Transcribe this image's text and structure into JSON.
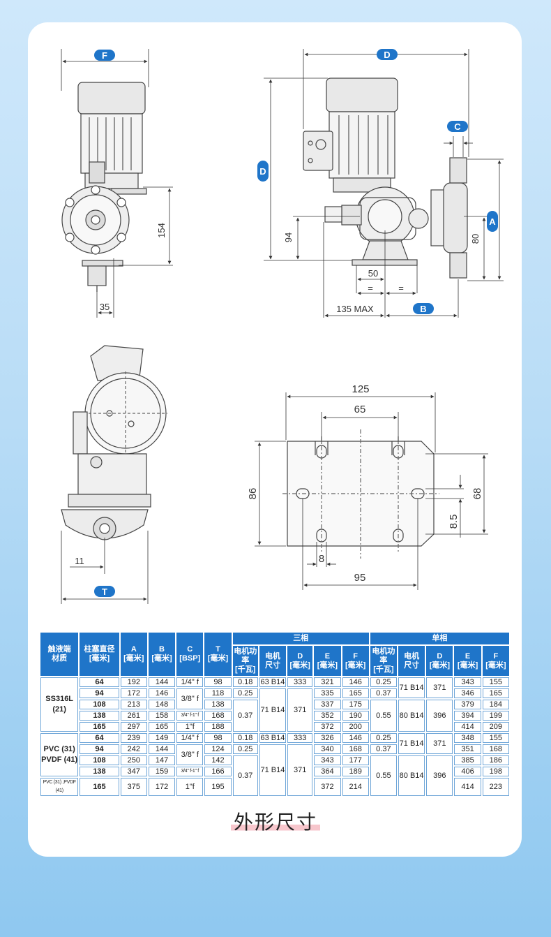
{
  "drawing_labels": {
    "badge_F": "F",
    "badge_D_top": "D",
    "badge_C": "C",
    "badge_D_side": "D",
    "badge_A": "A",
    "badge_B": "B",
    "badge_T": "T",
    "dim_154": "154",
    "dim_35": "35",
    "dim_94": "94",
    "dim_80": "80",
    "dim_50": "50",
    "dim_eq1": "=",
    "dim_eq2": "=",
    "dim_135max": "135 MAX",
    "dim_11": "11",
    "dim_125": "125",
    "dim_65": "65",
    "dim_86": "86",
    "dim_68": "68",
    "dim_8_5": "8.5",
    "dim_8": "8",
    "dim_95": "95"
  },
  "colors": {
    "accent_blue": "#1f75c9",
    "cell_border": "#6fa6d8",
    "highlight_pink": "#f7c6cc"
  },
  "table": {
    "header": {
      "material": "触液端\n材质",
      "piston": "柱塞直径\n[毫米]",
      "A": "A\n[毫米]",
      "B": "B\n[毫米]",
      "C": "C\n[BSP]",
      "T": "T\n[毫米]",
      "three_phase": "三相",
      "single_phase": "单相",
      "power": "电机功率\n[千瓦]",
      "motor": "电机\n尺寸",
      "D": "D\n[毫米]",
      "E": "E\n[毫米]",
      "F": "F\n[毫米]"
    },
    "materials": [
      "SS316L\n(21)",
      "PVC (31)\nPVDF (41)",
      "PVC (31) ,PVDF (41)"
    ],
    "rows": [
      {
        "dia": "64",
        "A": "192",
        "B": "144",
        "C": "1/4\" f",
        "T": "98",
        "p3": "0.18",
        "m3": "63 B14",
        "D3": "333",
        "E3": "321",
        "F3": "146",
        "p1": "0.25",
        "m1": "71 B14",
        "D1": "371",
        "E1": "343",
        "F1": "155"
      },
      {
        "dia": "94",
        "A": "172",
        "B": "146",
        "C": "3/8\" f",
        "T": "118",
        "p3": "0.25",
        "m3": "71 B14",
        "D3": "371",
        "E3": "335",
        "F3": "165",
        "p1": "0.37",
        "E1": "346",
        "F1": "165"
      },
      {
        "dia": "108",
        "A": "213",
        "B": "148",
        "T": "138",
        "p3": "0.37",
        "E3": "337",
        "F3": "175",
        "p1": "0.55",
        "m1": "80 B14",
        "D1": "396",
        "E1": "379",
        "F1": "184"
      },
      {
        "dia": "138",
        "A": "261",
        "B": "158",
        "C": "3/4\" f-1\" f",
        "T": "168",
        "E3": "352",
        "F3": "190",
        "E1": "394",
        "F1": "199"
      },
      {
        "dia": "165",
        "A": "297",
        "B": "165",
        "C": "1\"f",
        "T": "188",
        "E3": "372",
        "F3": "200",
        "E1": "414",
        "F1": "209"
      },
      {
        "dia": "64",
        "A": "239",
        "B": "149",
        "C": "1/4\" f",
        "T": "98",
        "p3": "0.18",
        "m3": "63 B14",
        "D3": "333",
        "E3": "326",
        "F3": "146",
        "p1": "0.25",
        "m1": "71 B14",
        "D1": "371",
        "E1": "348",
        "F1": "155"
      },
      {
        "dia": "94",
        "A": "242",
        "B": "144",
        "C": "3/8\" f",
        "T": "124",
        "p3": "0.25",
        "m3": "71 B14",
        "D3": "371",
        "E3": "340",
        "F3": "168",
        "p1": "0.37",
        "E1": "351",
        "F1": "168"
      },
      {
        "dia": "108",
        "A": "250",
        "B": "147",
        "T": "142",
        "p3": "0.37",
        "E3": "343",
        "F3": "177",
        "p1": "0.55",
        "m1": "80 B14",
        "D1": "396",
        "E1": "385",
        "F1": "186"
      },
      {
        "dia": "138",
        "A": "347",
        "B": "159",
        "C": "3/4\" f-1\" f",
        "T": "166",
        "E3": "364",
        "F3": "189",
        "E1": "406",
        "F1": "198"
      },
      {
        "dia": "165",
        "A": "375",
        "B": "172",
        "C": "1\"f",
        "T": "195",
        "E3": "372",
        "F3": "214",
        "E1": "414",
        "F1": "223"
      }
    ]
  },
  "footer": {
    "title": "外形尺寸"
  }
}
